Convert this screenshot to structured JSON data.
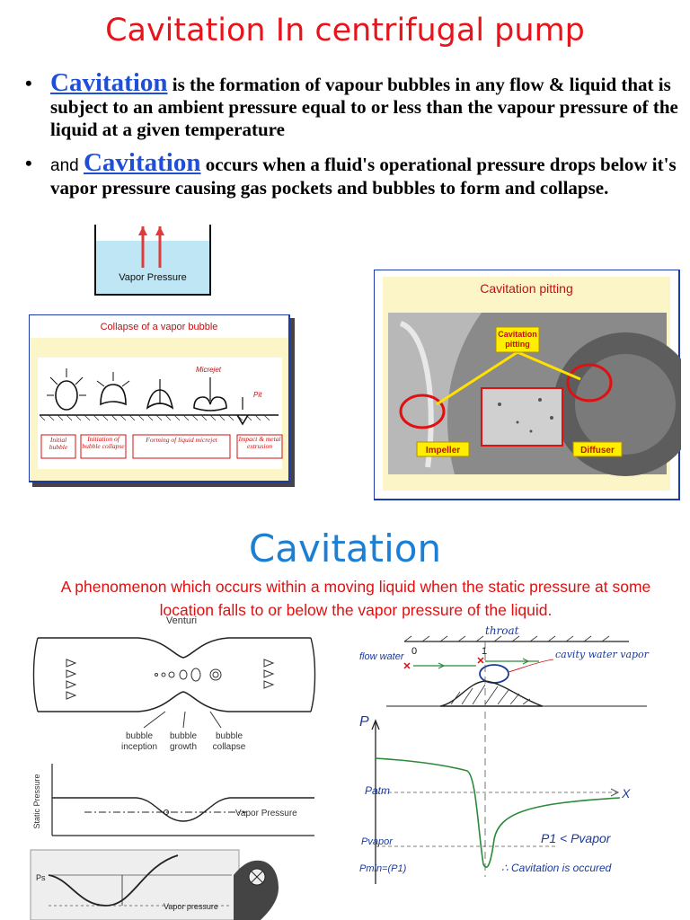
{
  "title": "Cavitation In centrifugal pump",
  "bullets": [
    {
      "dot": "•",
      "lead": "",
      "keyword": "Cavitation",
      "text": " is the formation of vapour bubbles in any flow & liquid that is subject to an ambient pressure equal to or less than the vapour pressure of the liquid at a given temperature"
    },
    {
      "dot": "•",
      "lead": "and ",
      "keyword": "Cavitation",
      "text": " occurs when a fluid's operational pressure drops below it's vapor pressure causing gas pockets and bubbles to form and collapse."
    }
  ],
  "tank_label": "Vapor Pressure",
  "bubble_panel": {
    "title": "Collapse of a vapor bubble",
    "microjet": "Micrejet",
    "pit": "Pit",
    "stages": [
      "Initial bubble",
      "Initiation of bubble collapse",
      "Forming of liquid micrejet",
      "Impact & metal extrusion"
    ]
  },
  "pitting_panel": {
    "title": "Cavitation pitting",
    "callout": "Cavitation pitting",
    "left_label": "Impeller",
    "right_label": "Diffuser"
  },
  "section_title": "Cavitation",
  "definition": "A phenomenon which occurs within a moving liquid when the static pressure at some location falls to or below the vapor pressure of the liquid.",
  "venturi": {
    "title": "Venturi",
    "labels": [
      "bubble inception",
      "bubble growth",
      "bubble collapse"
    ],
    "vapor_label": "Vapor Pressure",
    "yaxis": "Static Pressure"
  },
  "bottom_plot": {
    "ps_label": "Ps",
    "vapor_label": "Vapor pressure"
  },
  "sketch": {
    "throat": "throat",
    "flow": "flow water",
    "p0": "0",
    "p1": "1",
    "cavity": "cavity water vapor",
    "p_axis": "P",
    "x_axis": "X",
    "patm": "Patm",
    "pvapor": "Pvapor",
    "pmin": "Pmin=(P1)",
    "condition": "P1 < Pvapor",
    "conclusion": "∴ Cavitation is occured"
  },
  "colors": {
    "title_red": "#e8141c",
    "keyword_blue": "#1f4fd8",
    "section_blue": "#1c7fd4",
    "tank_fill": "#bfe6f5",
    "panel_fill": "#fbf5c8",
    "stage_red": "#d01010"
  }
}
